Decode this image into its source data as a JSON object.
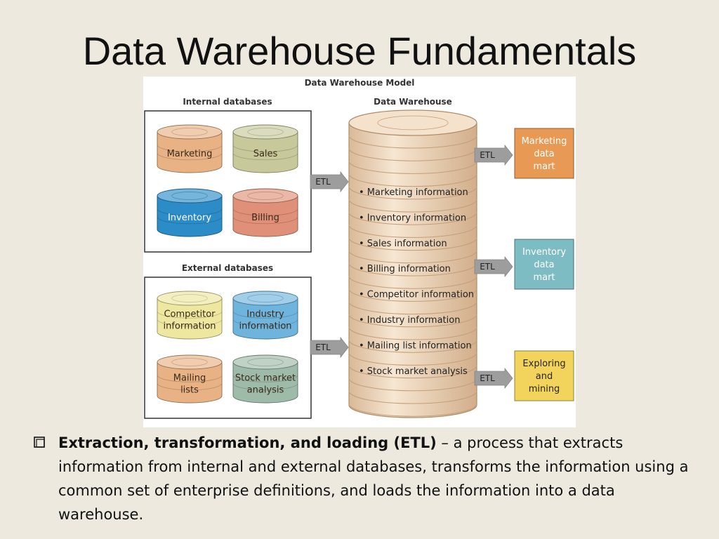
{
  "slide": {
    "title": "Data Warehouse Fundamentals"
  },
  "figure": {
    "model_title": "Data Warehouse Model",
    "internal_header": "Internal databases",
    "external_header": "External databases",
    "warehouse_header": "Data Warehouse",
    "internal_databases": [
      {
        "lines": [
          "Marketing"
        ],
        "color": "#e8b284"
      },
      {
        "lines": [
          "Sales"
        ],
        "color": "#c7c99a"
      },
      {
        "lines": [
          "Inventory"
        ],
        "color": "#2b8cc8"
      },
      {
        "lines": [
          "Billing"
        ],
        "color": "#e09078"
      }
    ],
    "external_databases": [
      {
        "lines": [
          "Competitor",
          "information"
        ],
        "color": "#ede7a0"
      },
      {
        "lines": [
          "Industry",
          "information"
        ],
        "color": "#6eb4dc"
      },
      {
        "lines": [
          "Mailing",
          "lists"
        ],
        "color": "#e8b284"
      },
      {
        "lines": [
          "Stock market",
          "analysis"
        ],
        "color": "#9ebaa8"
      }
    ],
    "etl_label": "ETL",
    "warehouse_items": [
      "• Marketing information",
      "• Inventory information",
      "• Sales information",
      "• Billing information",
      "• Competitor information",
      "• Industry information",
      "• Mailing list information",
      "• Stock market analysis"
    ],
    "marts": [
      {
        "lines": [
          "Marketing",
          "data",
          "mart"
        ],
        "color": "#e89a55"
      },
      {
        "lines": [
          "Inventory",
          "data",
          "mart"
        ],
        "color": "#7ebcc4"
      },
      {
        "lines": [
          "Exploring",
          "and",
          "mining"
        ],
        "color": "#f2d35c"
      }
    ]
  },
  "bullet": {
    "term": "Extraction, transformation, and loading (ETL)",
    "definition": " – a process that extracts information from internal and external databases, transforms the information using a common set of enterprise definitions, and loads the information into a data warehouse."
  }
}
